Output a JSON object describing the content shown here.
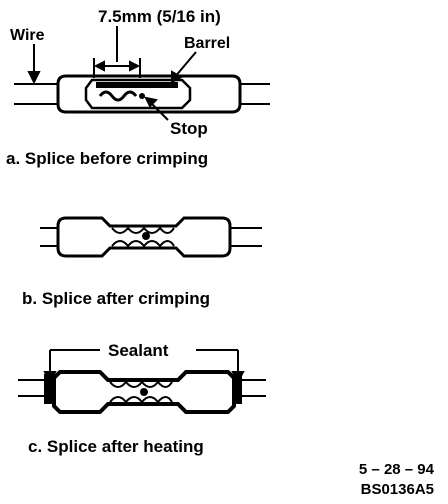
{
  "labels": {
    "wire": "Wire",
    "dimension": "7.5mm (5/16 in)",
    "barrel": "Barrel",
    "stop": "Stop",
    "sealant": "Sealant"
  },
  "captions": {
    "a": "a.  Splice before crimping",
    "b": "b.  Splice after crimping",
    "c": "c.  Splice after heating"
  },
  "footer": {
    "date": "5 – 28 – 94",
    "code": "BS0136A5"
  }
}
